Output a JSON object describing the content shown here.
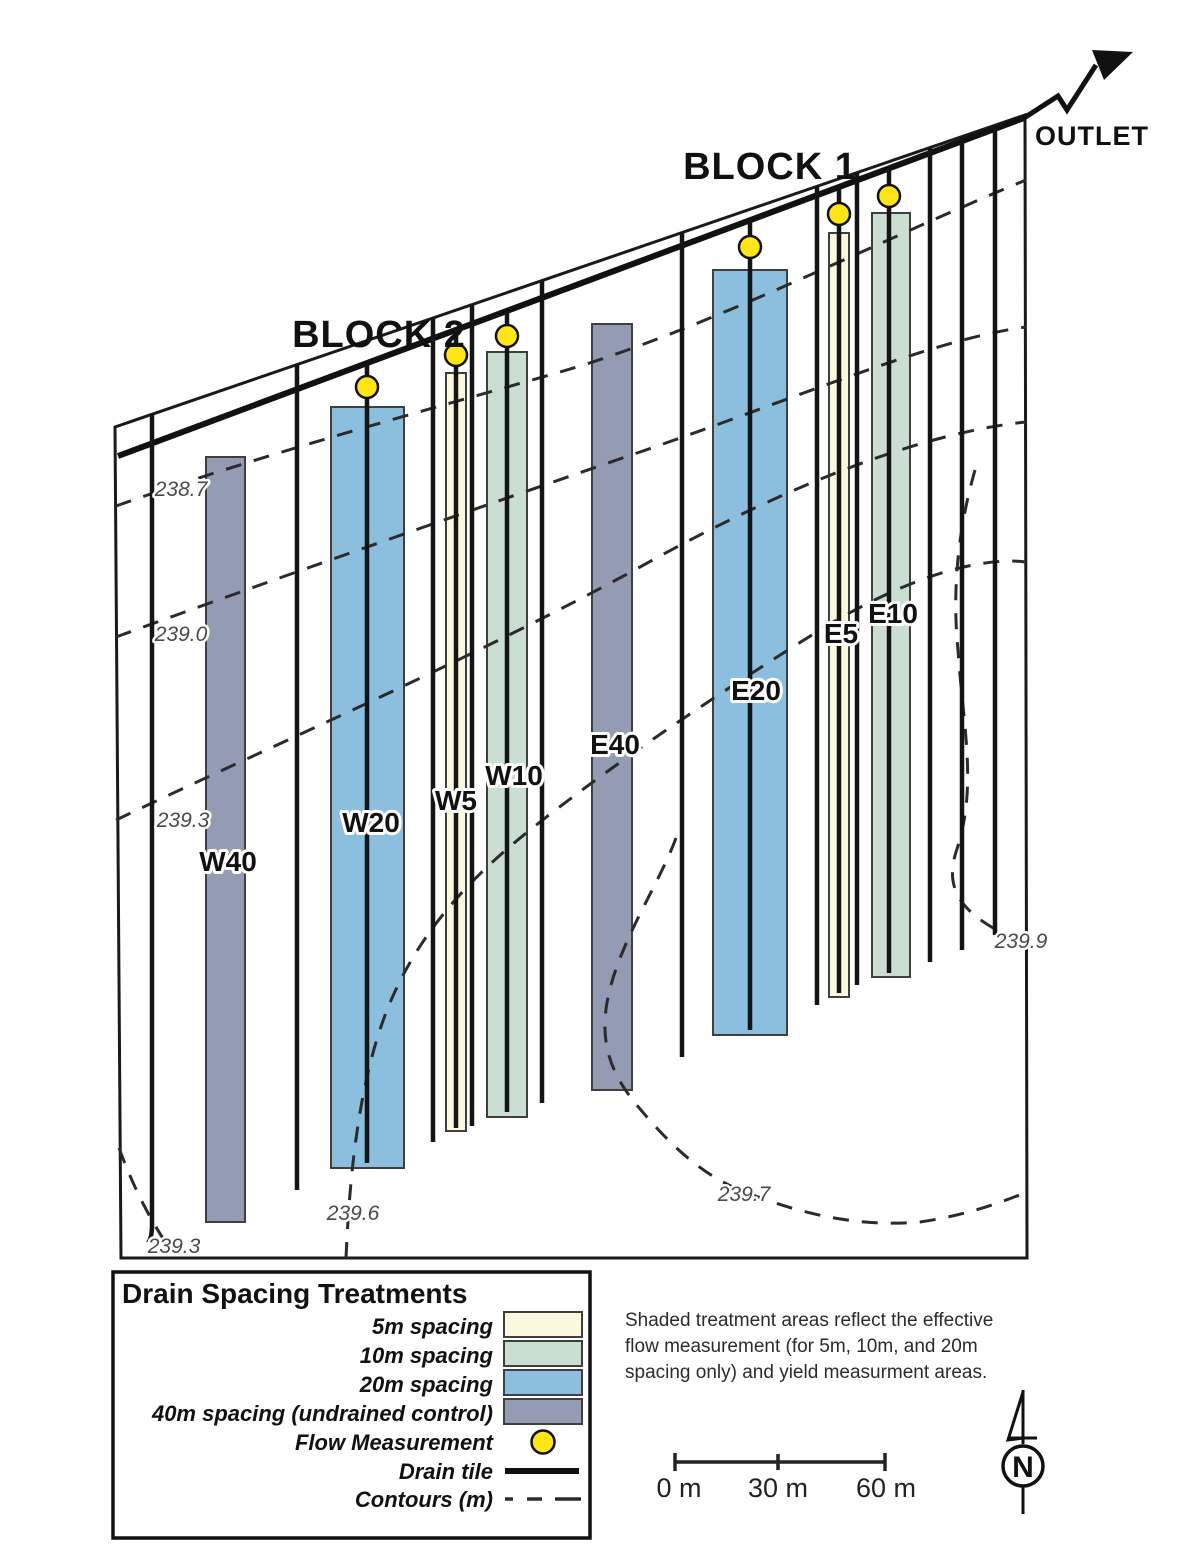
{
  "figure": {
    "block1_label": "BLOCK 1",
    "block2_label": "BLOCK 2",
    "outlet_label": "OUTLET",
    "north_label": "N"
  },
  "treatments": [
    {
      "label": "W40",
      "spacing": "40m",
      "type": "undrained control",
      "flow_measurement": false
    },
    {
      "label": "W20",
      "spacing": "20m",
      "type": "drained",
      "flow_measurement": true
    },
    {
      "label": "W5",
      "spacing": "5m",
      "type": "drained",
      "flow_measurement": true
    },
    {
      "label": "W10",
      "spacing": "10m",
      "type": "drained",
      "flow_measurement": true
    },
    {
      "label": "E40",
      "spacing": "40m",
      "type": "undrained control",
      "flow_measurement": false
    },
    {
      "label": "E20",
      "spacing": "20m",
      "type": "drained",
      "flow_measurement": true
    },
    {
      "label": "E5",
      "spacing": "5m",
      "type": "drained",
      "flow_measurement": true
    },
    {
      "label": "E10",
      "spacing": "10m",
      "type": "drained",
      "flow_measurement": true
    }
  ],
  "contours": [
    "238.7",
    "239.0",
    "239.3",
    "239.6",
    "239.3",
    "239.7",
    "239.9"
  ],
  "legend": {
    "title": "Drain Spacing Treatments",
    "items": [
      {
        "label": "5m spacing",
        "symbol": "swatch-cream"
      },
      {
        "label": "10m spacing",
        "symbol": "swatch-green"
      },
      {
        "label": "20m spacing",
        "symbol": "swatch-blue"
      },
      {
        "label": "40m spacing (undrained control)",
        "symbol": "swatch-gray"
      },
      {
        "label": "Flow Measurement",
        "symbol": "yellow-circle"
      },
      {
        "label": "Drain tile",
        "symbol": "thick-line"
      },
      {
        "label": "Contours (m)",
        "symbol": "dashed-line"
      }
    ]
  },
  "note": {
    "lines": [
      "Shaded treatment areas reflect the effective",
      "flow measurement (for 5m, 10m, and 20m",
      "spacing only) and yield measurment areas."
    ]
  },
  "scale_bar": {
    "labels": [
      "0 m",
      "30 m",
      "60 m"
    ]
  },
  "colors": {
    "spacing_5m": "#FAF8DD",
    "spacing_10m": "#CBDED2",
    "spacing_20m": "#8CBFDE",
    "spacing_40m": "#939CB3",
    "flow_marker": "#FFE515",
    "line": "#141414"
  }
}
